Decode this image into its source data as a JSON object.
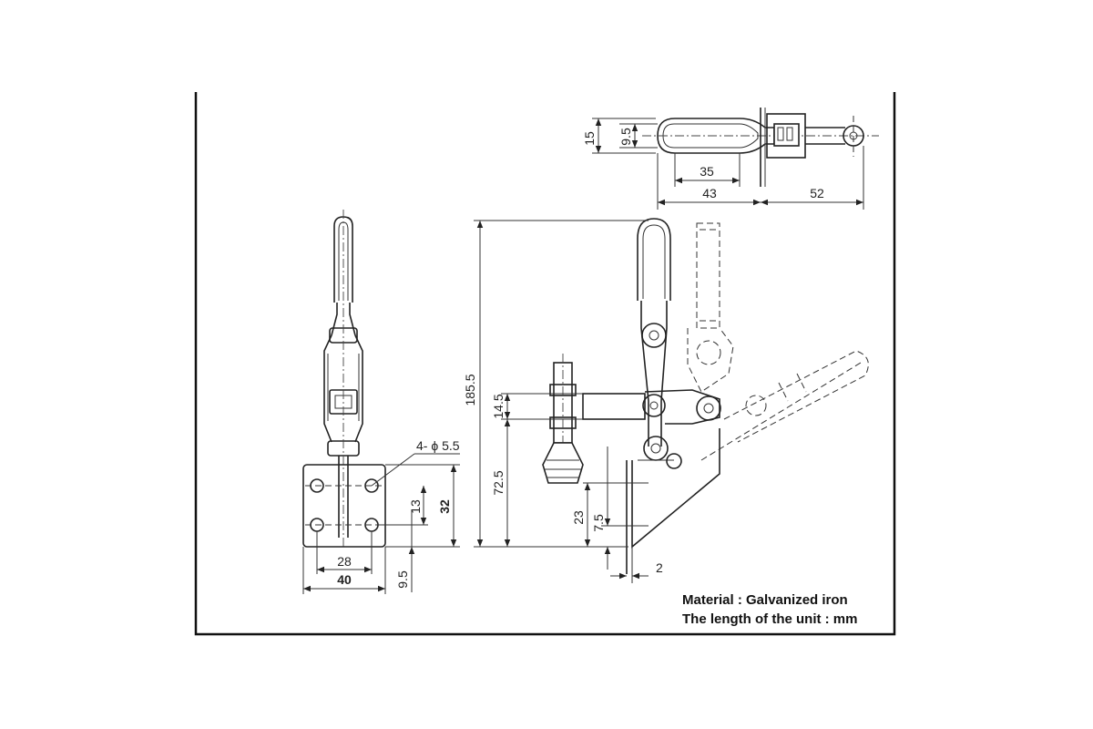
{
  "notes": {
    "material": "Material :  Galvanized iron",
    "unit": "The length of the unit  : mm"
  },
  "dimensions": {
    "top_view": {
      "d15": "15",
      "d9_5": "9.5",
      "d35": "35",
      "d43": "43",
      "d52": "52"
    },
    "front_view": {
      "hole_spec": "4- ϕ 5.5",
      "d32": "32",
      "d13": "13",
      "d28": "28",
      "d40": "40",
      "d9_5": "9.5"
    },
    "side_view": {
      "d185_5": "185.5",
      "d14_5": "14.5",
      "d72_5": "72.5",
      "d23": "23",
      "d7_5": "7.5",
      "d2": "2"
    }
  },
  "icons": {
    "arrowhead": "dimension-arrow-icon"
  },
  "colors": {
    "line": "#222222",
    "background": "#ffffff",
    "frame": "#111111"
  }
}
